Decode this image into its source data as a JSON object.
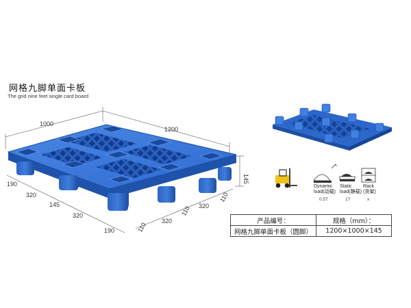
{
  "product": {
    "title_cn": "网格九脚单面卡板",
    "title_en": "The grid nine feet single card board"
  },
  "dimensions": {
    "width_top": "1000",
    "length_top": "1200",
    "height": "145",
    "front": [
      "190",
      "320",
      "145",
      "320",
      "190"
    ],
    "side": [
      "110",
      "320",
      "110",
      "320",
      "110"
    ]
  },
  "load_ratings": [
    {
      "label_line1": "Dynamic",
      "label_line2": "load(动载)",
      "value": "0.5T"
    },
    {
      "label_line1": "Static",
      "label_line2": "load(静载)",
      "value": "1T"
    },
    {
      "label_line1": "Rack",
      "label_line2": "(货架)",
      "value": "x"
    }
  ],
  "spec_table": {
    "headers": [
      "产品编号：",
      "规格（mm）："
    ],
    "rows": [
      [
        "网格九脚单面卡板（圆脚）",
        "1200×1000×145"
      ]
    ]
  },
  "colors": {
    "pallet": "#2f6fd0",
    "pallet_dark": "#1d4fa8",
    "forklift": "#f2c21b"
  }
}
